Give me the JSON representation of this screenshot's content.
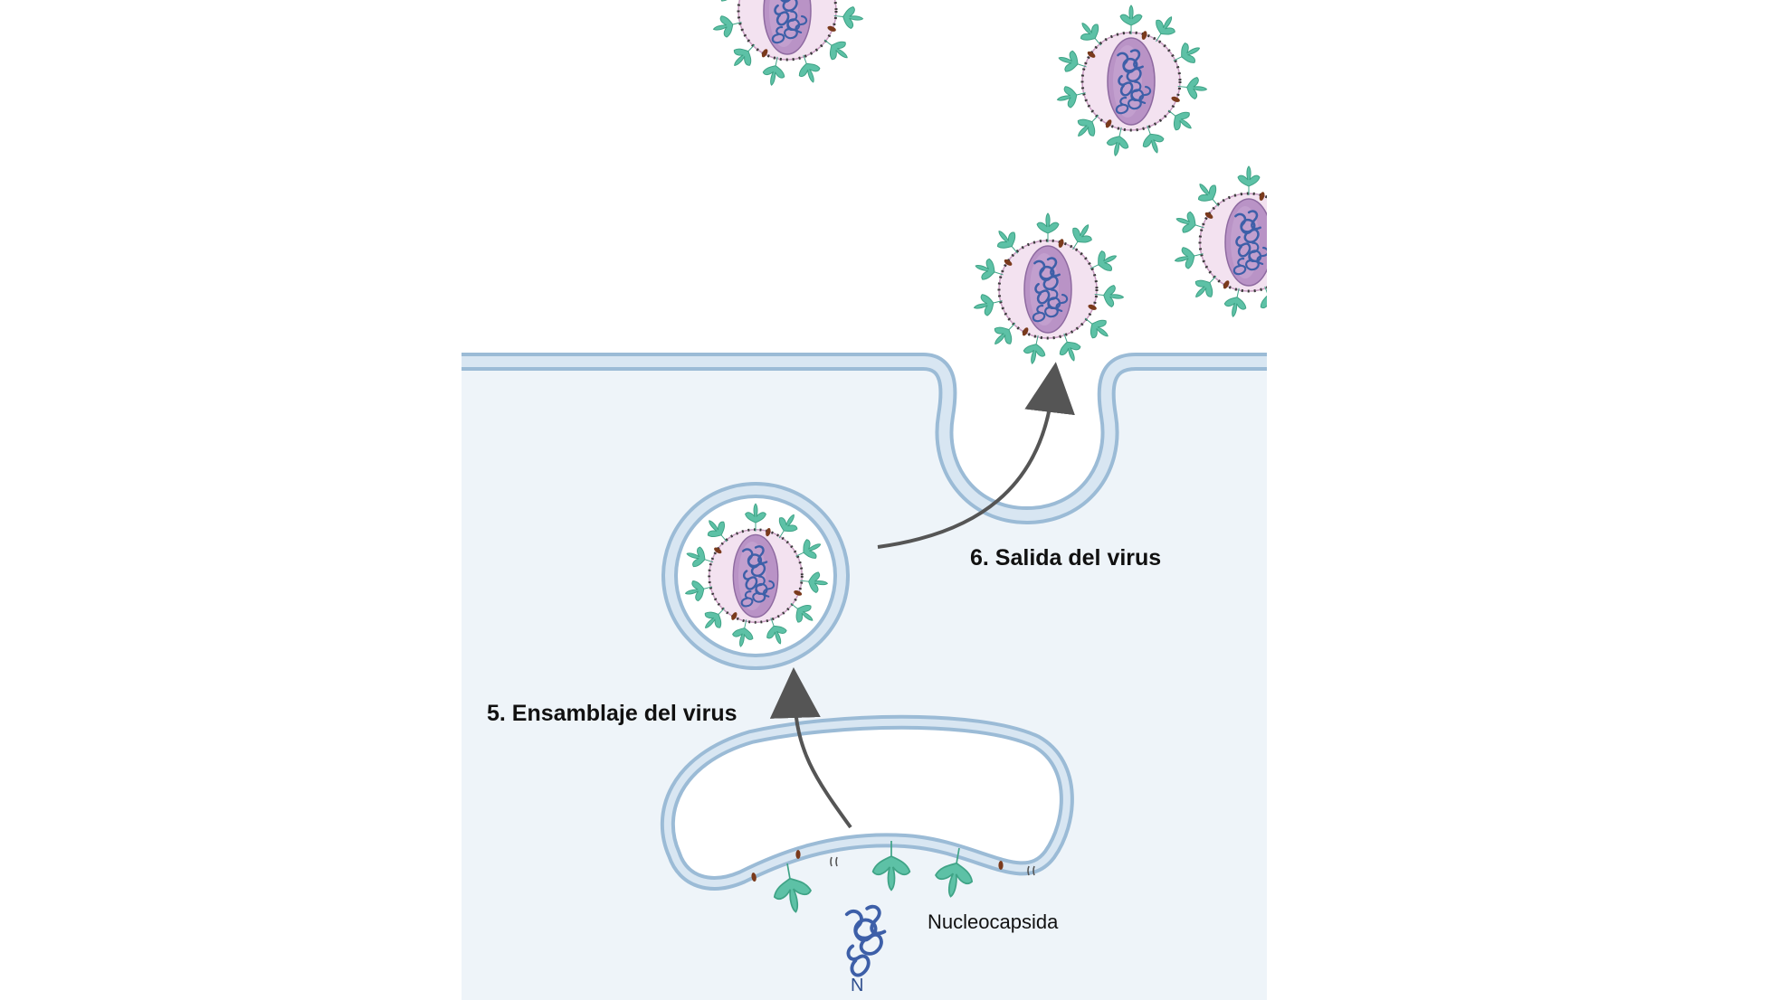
{
  "labels": {
    "step5": "5. Ensamblaje del virus",
    "step6": "6. Salida del virus",
    "nucleocapsid": "Nucleocapsida",
    "n_protein": "N"
  },
  "colors": {
    "cytoplasm": "#eef4f9",
    "membrane_outer": "#9bbbd6",
    "membrane_inner": "#d8e6f2",
    "spike": "#5dc1a6",
    "spike_dark": "#3fa386",
    "envelope": "#f3e2f0",
    "virus_core": "#b993c6",
    "rna": "#3d5fa8",
    "m_protein": "#7a3a1c",
    "e_protein": "#9a9aa0",
    "arrow": "#555555",
    "text": "#111111"
  },
  "icons": [
    "virion-icon",
    "spike-protein-icon",
    "m-protein-icon",
    "e-protein-icon",
    "rna-strand-icon",
    "arrow-icon"
  ]
}
